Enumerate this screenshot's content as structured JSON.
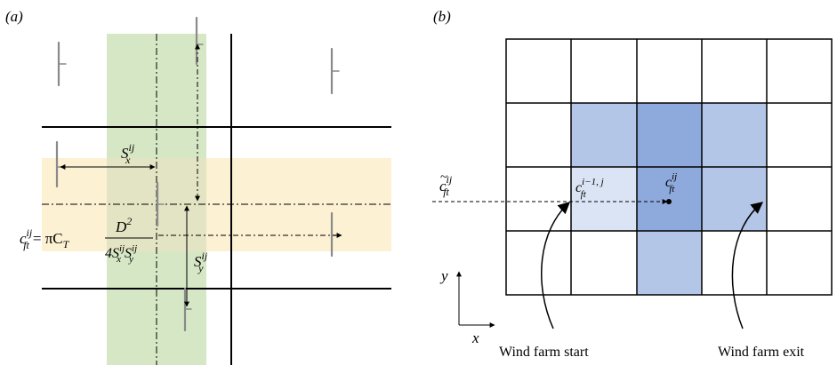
{
  "panel_a": {
    "label": "(a)",
    "sx_label": "S",
    "sx_sup": "ij",
    "sx_sub": "x",
    "sy_label": "S",
    "sy_sup": "ij",
    "sy_sub": "y",
    "formula": {
      "lhs_c": "c",
      "lhs_sup": "ij",
      "lhs_sub": "ft",
      "eq": "= πC",
      "ct_sub": "T",
      "numerator": "D",
      "num_sup": "2",
      "den_4s": "4S",
      "den_sup1": "ij",
      "den_sub1": "x",
      "den_s": "S",
      "den_sup2": "ij",
      "den_sub2": "y"
    },
    "colors": {
      "column_band": "#cfe3bb",
      "row_band": "#fbeecb",
      "overlap": "#e5e6c4"
    }
  },
  "panel_b": {
    "label": "(b)",
    "inflow": {
      "c": "c",
      "tilde": "~",
      "sup": "ij",
      "sub": "ft"
    },
    "prev_cell": {
      "c": "c",
      "sup": "i−1, j",
      "sub": "ft"
    },
    "cur_cell": {
      "c": "c",
      "sup": "ij",
      "sub": "ft"
    },
    "axis_y": "y",
    "axis_x": "x",
    "start_label": "Wind farm start",
    "exit_label": "Wind farm exit",
    "colors": {
      "light": "#dbe4f5",
      "medium": "#b4c6e7",
      "dark": "#8eaadc"
    }
  }
}
